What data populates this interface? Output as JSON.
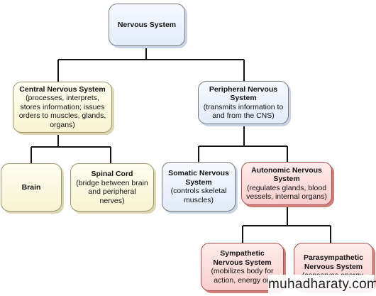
{
  "nodes": {
    "root": {
      "title": "Nervous System",
      "desc": ""
    },
    "cns": {
      "title": "Central Nervous System",
      "desc": "(processes, interprets, stores information; issues orders to muscles, glands, organs)"
    },
    "pns": {
      "title": "Peripheral Nervous System",
      "desc": "(transmits information to and from the CNS)"
    },
    "brain": {
      "title": "Brain",
      "desc": ""
    },
    "spinal": {
      "title": "Spinal Cord",
      "desc": "(bridge between brain and peripheral nerves)"
    },
    "somatic": {
      "title": "Somatic Nervous System",
      "desc": "(controls skeletal muscles)"
    },
    "autonomic": {
      "title": "Autonomic Nervous System",
      "desc": "(regulates glands, blood vessels, internal organs)"
    },
    "sympathetic": {
      "title": "Sympathetic Nervous System",
      "desc": "(mobilizes body for action, energy ou"
    },
    "parasympathetic": {
      "title": "Parasympathetic Nervous System",
      "desc": "(conserves energy,"
    }
  },
  "watermark": "muhadharaty.com"
}
